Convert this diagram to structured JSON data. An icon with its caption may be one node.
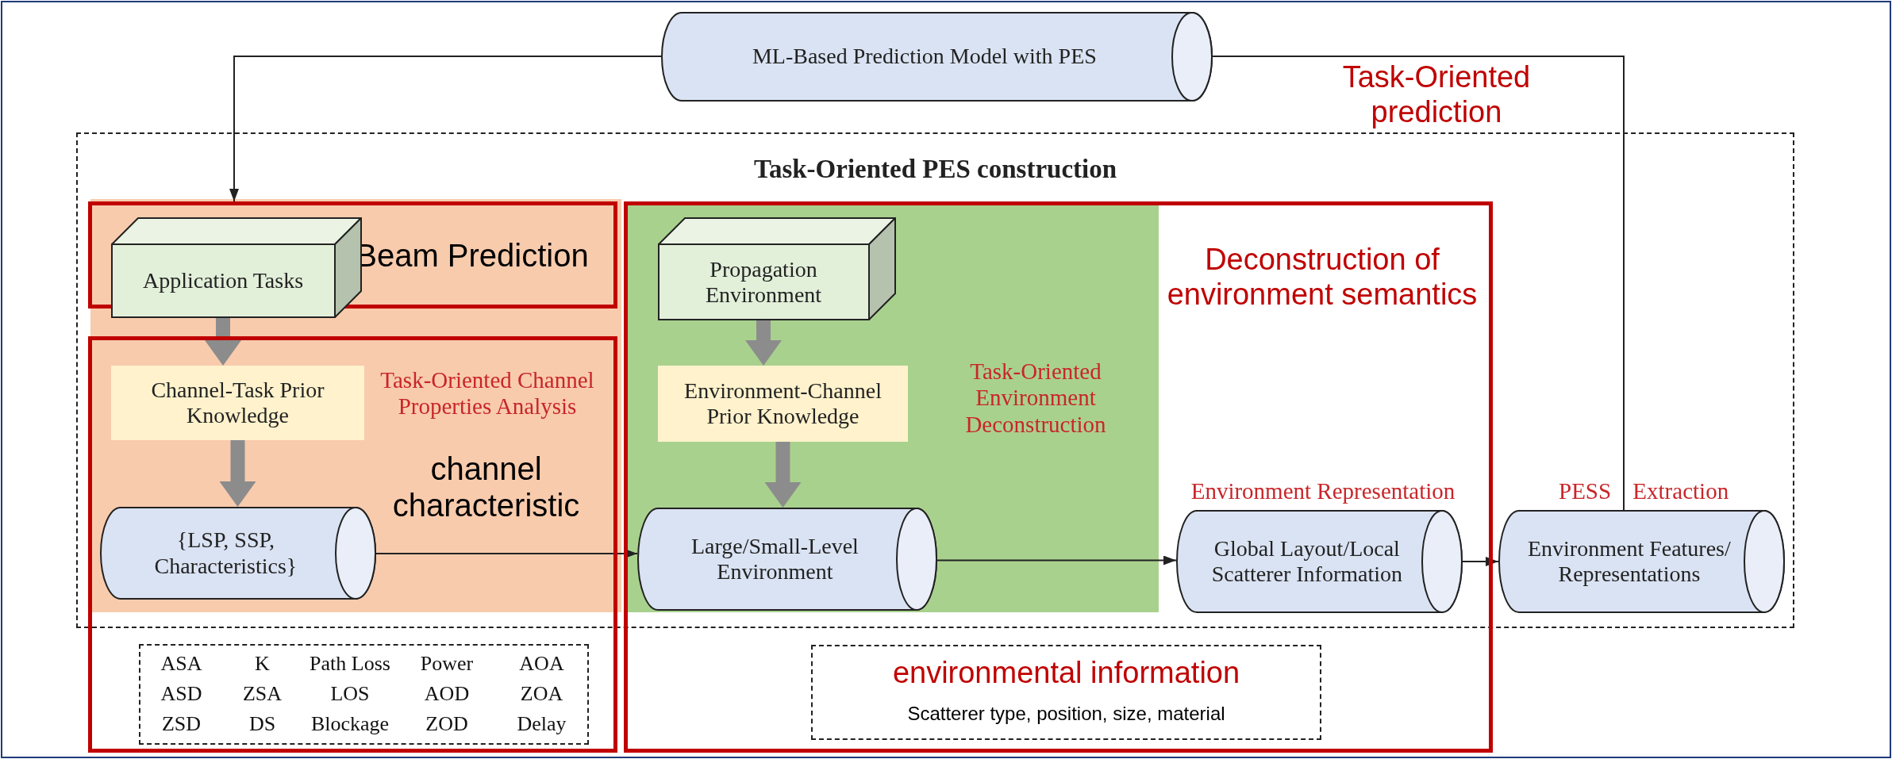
{
  "diagram": {
    "nodes": [
      {
        "text": [
          "ML-Based Prediction Model with PES"
        ]
      },
      {
        "text": [
          "Task-Oriented PES construction"
        ]
      },
      {
        "text": [
          "Beam Prediction"
        ],
        "in": 1
      },
      {
        "text": [
          "Application Tasks"
        ],
        "in": 1
      },
      {
        "text": [
          "Task-Oriented Channel Properties Analysis",
          "channel characteristic"
        ]
      },
      {
        "text": [
          "Channel-Task Prior Knowledge"
        ]
      },
      {
        "text": [
          "{LSP, SSP, Characteristics}"
        ]
      },
      {
        "text": [
          "ASA",
          "K",
          "Path Loss",
          "Power",
          "AOA",
          "ASD",
          "ZSA",
          "LOS",
          "AOD",
          "ZOA",
          "ZSD",
          "DS",
          "Blockage",
          "ZOD",
          "Delay"
        ],
        "in": 4
      },
      {
        "text": [
          "Deconstruction of environment semantics",
          "Task-Oriented Environment Deconstruction"
        ]
      },
      {
        "text": [
          "Propagation Environment"
        ]
      },
      {
        "text": [
          "Environment-Channel Prior Knowledge"
        ]
      },
      {
        "text": [
          "Large/Small-Level Environment"
        ]
      },
      {
        "text": [
          "Global Layout/Local Scatterer Information"
        ],
        "beside": [
          "Environment Representation"
        ]
      },
      {
        "text": [
          "environmental information",
          "Scatterer type, position, size, material"
        ],
        "in": 8
      },
      {
        "text": [
          "Environment Features/ Representations"
        ],
        "in": 1,
        "beside": [
          "PESS Extraction"
        ]
      }
    ],
    "edges": [
      {
        "from": 0,
        "to": 2,
        "arrow": "to"
      },
      {
        "from": 14,
        "to": 0,
        "arrow": "none"
      },
      {
        "from": 3,
        "to": 5,
        "arrow": "to",
        "style": "thick",
        "color": "#8c8c8c"
      },
      {
        "from": 5,
        "to": 6,
        "arrow": "to",
        "style": "thick",
        "color": "#8c8c8c"
      },
      {
        "from": 9,
        "to": 10,
        "arrow": "to",
        "style": "thick",
        "color": "#8c8c8c"
      },
      {
        "from": 10,
        "to": 11,
        "arrow": "to",
        "style": "thick",
        "color": "#8c8c8c"
      },
      {
        "from": 6,
        "to": 11,
        "arrow": "to"
      },
      {
        "from": 11,
        "to": 12,
        "arrow": "to"
      },
      {
        "from": 12,
        "to": 14,
        "arrow": "to"
      }
    ],
    "labels": [
      "Task-Oriented prediction"
    ]
  }
}
